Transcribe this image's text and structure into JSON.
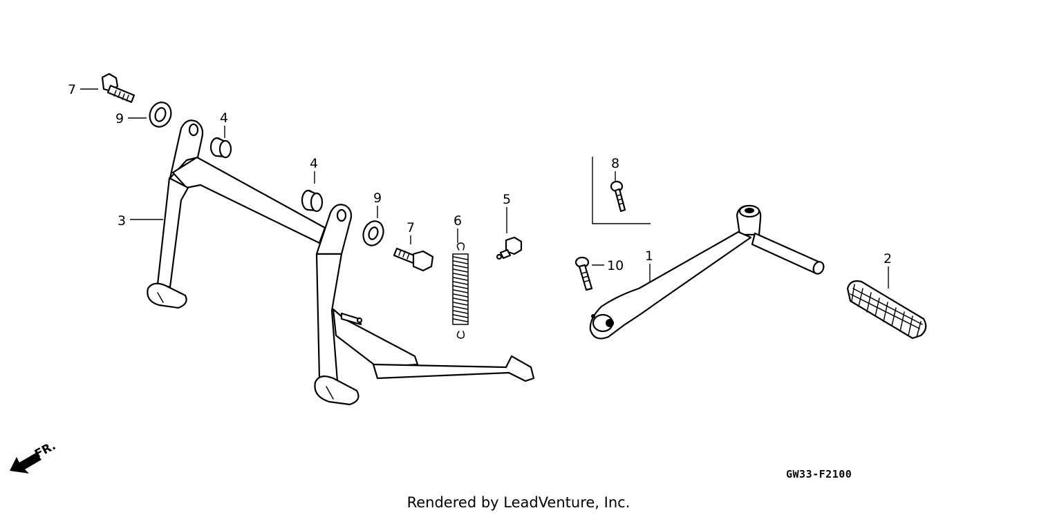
{
  "diagram": {
    "code": "GW33-F2100",
    "credit": "Rendered by LeadVenture, Inc.",
    "front_marker": "FR."
  },
  "callouts": [
    {
      "id": "1",
      "part": "kick-lever"
    },
    {
      "id": "2",
      "part": "kick-rubber"
    },
    {
      "id": "3",
      "part": "main-stand"
    },
    {
      "id": "4",
      "part": "stand-collar-upper"
    },
    {
      "id": "4",
      "part": "stand-collar-lower"
    },
    {
      "id": "5",
      "part": "spring-hook-bolt"
    },
    {
      "id": "6",
      "part": "return-spring"
    },
    {
      "id": "7",
      "part": "stand-bolt-left"
    },
    {
      "id": "7",
      "part": "stand-bolt-right"
    },
    {
      "id": "8",
      "part": "kick-lever-bolt"
    },
    {
      "id": "9",
      "part": "washer-left"
    },
    {
      "id": "9",
      "part": "washer-right"
    },
    {
      "id": "10",
      "part": "pinch-bolt"
    }
  ]
}
